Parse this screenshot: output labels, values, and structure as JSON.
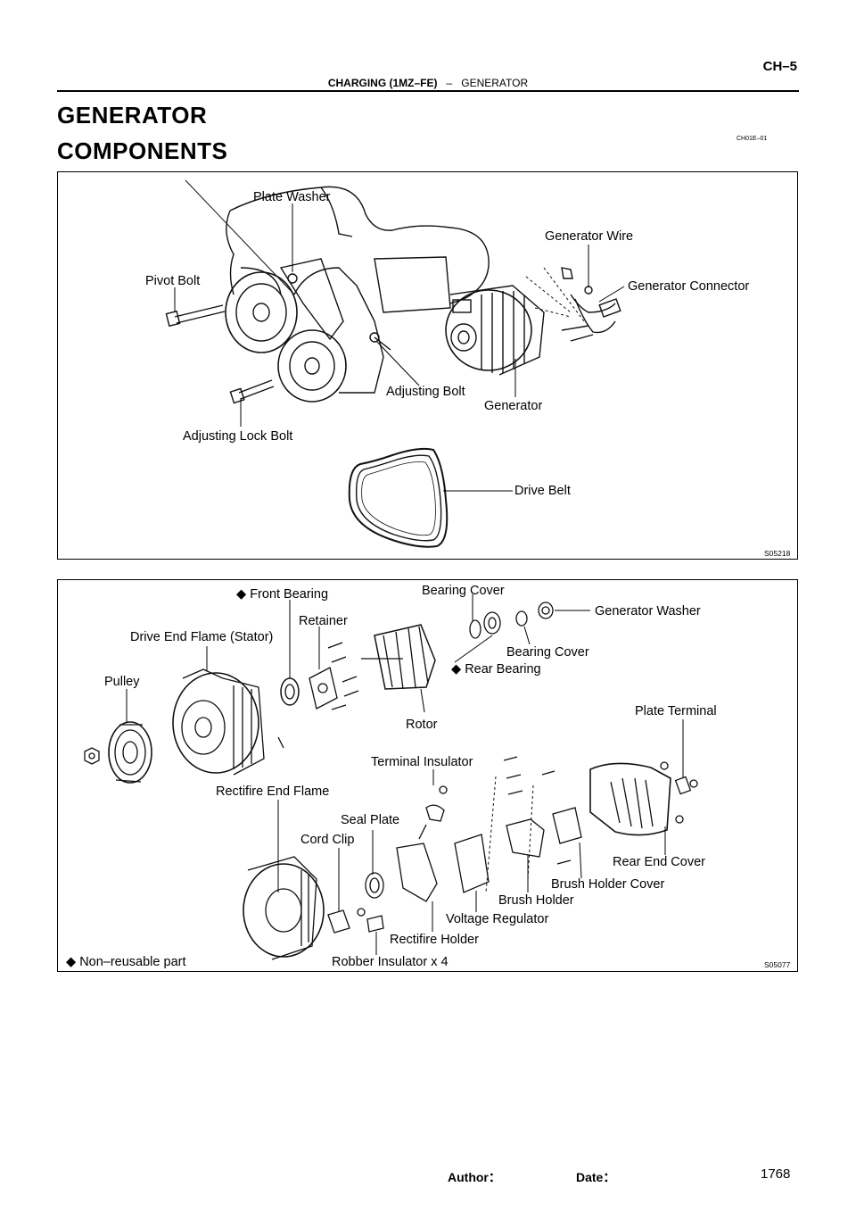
{
  "header": {
    "section": "CHARGING (1MZ–FE)",
    "separator": "–",
    "topic": "GENERATOR",
    "page": "CH–5"
  },
  "title": "GENERATOR",
  "subtitle": "COMPONENTS",
  "section_code": "CH01E–01",
  "figure1": {
    "code": "S05218",
    "labels": {
      "plate_washer": "Plate Washer",
      "generator_wire": "Generator Wire",
      "pivot_bolt": "Pivot Bolt",
      "generator_connector": "Generator Connector",
      "adjusting_bolt": "Adjusting Bolt",
      "generator": "Generator",
      "adjusting_lock_bolt": "Adjusting Lock Bolt",
      "drive_belt": "Drive Belt"
    }
  },
  "figure2": {
    "code": "S05077",
    "labels": {
      "front_bearing": "Front Bearing",
      "bearing_cover_top": "Bearing Cover",
      "generator_washer": "Generator Washer",
      "retainer": "Retainer",
      "drive_end_flame": "Drive End Flame (Stator)",
      "bearing_cover_2": "Bearing Cover",
      "rear_bearing": "Rear Bearing",
      "pulley": "Pulley",
      "plate_terminal": "Plate Terminal",
      "rotor": "Rotor",
      "terminal_insulator": "Terminal Insulator",
      "rectifire_end_flame": "Rectifire End Flame",
      "seal_plate": "Seal Plate",
      "cord_clip": "Cord Clip",
      "rear_end_cover": "Rear End Cover",
      "brush_holder_cover": "Brush Holder Cover",
      "brush_holder": "Brush Holder",
      "voltage_regulator": "Voltage Regulator",
      "rectifire_holder": "Rectifire Holder",
      "robber_insulator": "Robber Insulator x 4",
      "non_reusable": "Non–reusable part"
    }
  },
  "footer": {
    "author_label": "Author：",
    "date_label": "Date：",
    "page_number": "1768"
  }
}
